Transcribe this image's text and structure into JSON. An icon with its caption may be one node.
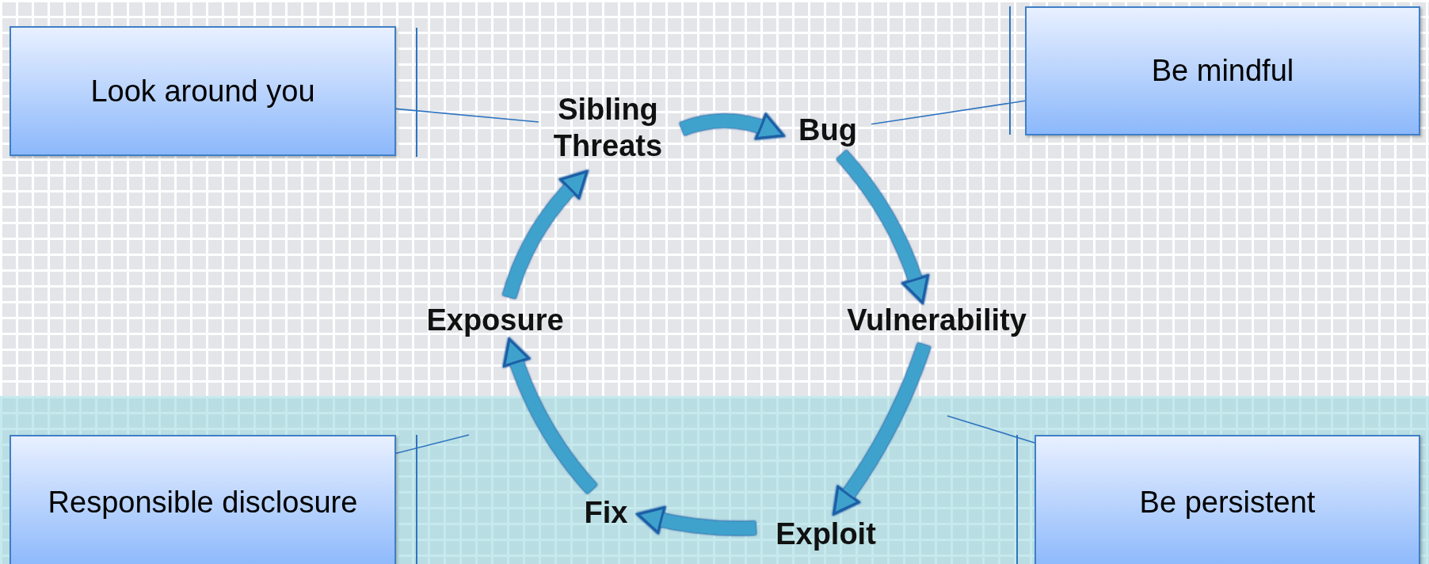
{
  "diagram": {
    "nodes": [
      {
        "text": [
          "Look around you"
        ]
      },
      {
        "text": [
          "Be mindful"
        ]
      },
      {
        "text": [
          "Responsible disclosure"
        ]
      },
      {
        "text": [
          "Be persistent"
        ]
      },
      {
        "text": [
          "Sibling Threats"
        ]
      },
      {
        "text": [
          "Bug"
        ]
      },
      {
        "text": [
          "Vulnerability"
        ]
      },
      {
        "text": [
          "Exploit"
        ]
      },
      {
        "text": [
          "Fix"
        ]
      },
      {
        "text": [
          "Exposure"
        ]
      }
    ],
    "edges": [
      {
        "from": 4,
        "to": 5,
        "arrow": "to"
      },
      {
        "from": 5,
        "to": 6,
        "arrow": "to"
      },
      {
        "from": 6,
        "to": 7,
        "arrow": "to"
      },
      {
        "from": 7,
        "to": 8,
        "arrow": "to"
      },
      {
        "from": 8,
        "to": 9,
        "arrow": "to"
      },
      {
        "from": 9,
        "to": 4,
        "arrow": "to"
      },
      {
        "from": 0,
        "to": 4,
        "arrow": "none"
      },
      {
        "from": 1,
        "to": 5,
        "arrow": "none"
      },
      {
        "from": 2,
        "to": null,
        "arrow": "none"
      },
      {
        "from": 3,
        "to": null,
        "arrow": "none"
      }
    ]
  }
}
